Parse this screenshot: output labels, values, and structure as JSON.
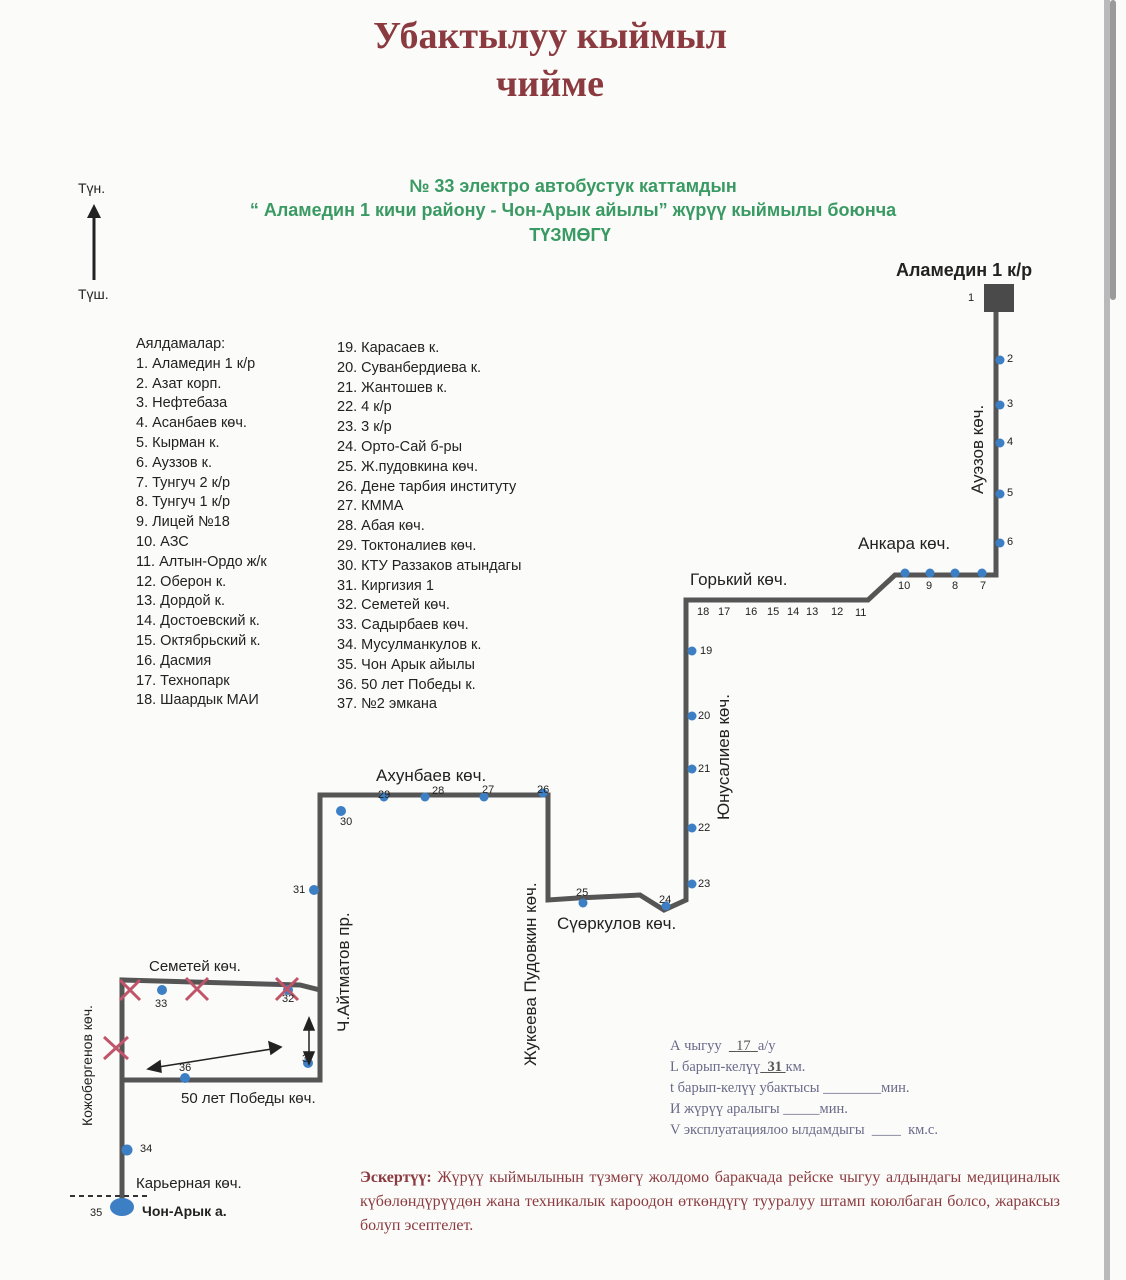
{
  "title_line1": "Убактылуу кыймыл",
  "title_line2": "чийме",
  "subtitle_line1": "№ 33 электро автобустук каттамдын",
  "subtitle_line2": "“ Аламедин 1 кичи району  - Чон-Арык айылы” жүрүү кыймылы боюнча",
  "subtitle_line3": "ТҮЗМӨГҮ",
  "compass": {
    "north": "Түн.",
    "south": "Түш."
  },
  "stops_heading": "Аялдамалар:",
  "stops": [
    "1. Аламедин 1 к/р",
    "2. Азат корп.",
    "3. Нефтебаза",
    "4. Асанбаев көч.",
    "5. Кырман к.",
    "6. Ауззов к.",
    "7. Тунгуч 2 к/р",
    "8. Тунгуч 1 к/р",
    "9. Лицей №18",
    "10. АЗС",
    "11. Алтын-Ордо ж/к",
    "12. Оберон к.",
    "13. Дордой к.",
    "14. Достоевский к.",
    "15. Октябрьский к.",
    "16. Дасмия",
    "17. Технопарк",
    "18. Шаардык МАИ",
    "19. Карасаев к.",
    "20. Суванбердиева к.",
    "21. Жантошев к.",
    "22. 4 к/р",
    "23. 3 к/р",
    "24. Орто-Сай б-ры",
    "25. Ж.пудовкина көч.",
    "26. Дене тарбия институту",
    "27. КММА",
    "28. Абая көч.",
    "29. Токтоналиев көч.",
    "30. КТУ Раззаков атындагы",
    "31. Киргизия 1",
    "32. Семетей көч.",
    "33. Садырбаев көч.",
    "34. Мусулманкулов к.",
    "35. Чон Арык айылы",
    "36. 50 лет Победы к.",
    "37. №2 эмкана"
  ],
  "map": {
    "terminal_top": "Аламедин 1 к/р",
    "terminal_bottom": "Чон-Арык а.",
    "streets": {
      "auezov": "Ауэзов көч.",
      "ankara": "Анкара көч.",
      "gorky": "Горький көч.",
      "yunusaliev": "Юнусалиев көч.",
      "akhunbaev": "Ахунбаев көч.",
      "zhukeeva": "Жукеева Пудовкин көч.",
      "suerkulov": "Сүөркулов көч.",
      "aitmatov": "Ч.Айтматов пр.",
      "semetey": "Семетей  көч.",
      "kozhobergenov": "Кожобергенов көч.",
      "pobedy": "50 лет Победы көч.",
      "karyernaya": "Карьерная көч."
    },
    "stop_numbers": {
      "s1": "1",
      "s2": "2",
      "s3": "3",
      "s4": "4",
      "s5": "5",
      "s6": "6",
      "s7": "7",
      "s8": "8",
      "s9": "9",
      "s10": "10",
      "s11": "11",
      "s12": "12",
      "s13": "13",
      "s14": "14",
      "s15": "15",
      "s16": "16",
      "s17": "17",
      "s18": "18",
      "s19": "19",
      "s20": "20",
      "s21": "21",
      "s22": "22",
      "s23": "23",
      "s24": "24",
      "s25": "25",
      "s26": "26",
      "s27": "27",
      "s28": "28",
      "s29": "29",
      "s30": "30",
      "s31": "31",
      "s32": "32",
      "s33": "33",
      "s34": "34",
      "s35": "35",
      "s36": "36",
      "s37": "3"
    },
    "route_color": "#555555",
    "stop_color": "#3d7fc4",
    "closed_color": "#c0556a"
  },
  "stats": {
    "a_label": "А чыгуу",
    "a_value": "17",
    "a_unit": "а/у",
    "l_label": "L барып-келүү",
    "l_value": "31",
    "l_unit": "км.",
    "t_label": "t барып-келүү убактысы",
    "t_blank": "________",
    "t_unit": "мин.",
    "i_label": "И жүрүү аралыгы",
    "i_blank": "_____",
    "i_unit": "мин.",
    "v_label": "V эксплуатациялоо ылдамдыгы",
    "v_blank": "____",
    "v_unit": "км.с."
  },
  "note_label": "Эскертүү:",
  "note_text": "Жүрүү кыймылынын түзмөгү жолдомо баракчада рейске чыгуу алдындагы медициналык күбөлөндүрүүдөн жана техникалык кароодон өткөндүгү тууралуу штамп коюлбаган болсо, жараксыз болуп эсептелет."
}
